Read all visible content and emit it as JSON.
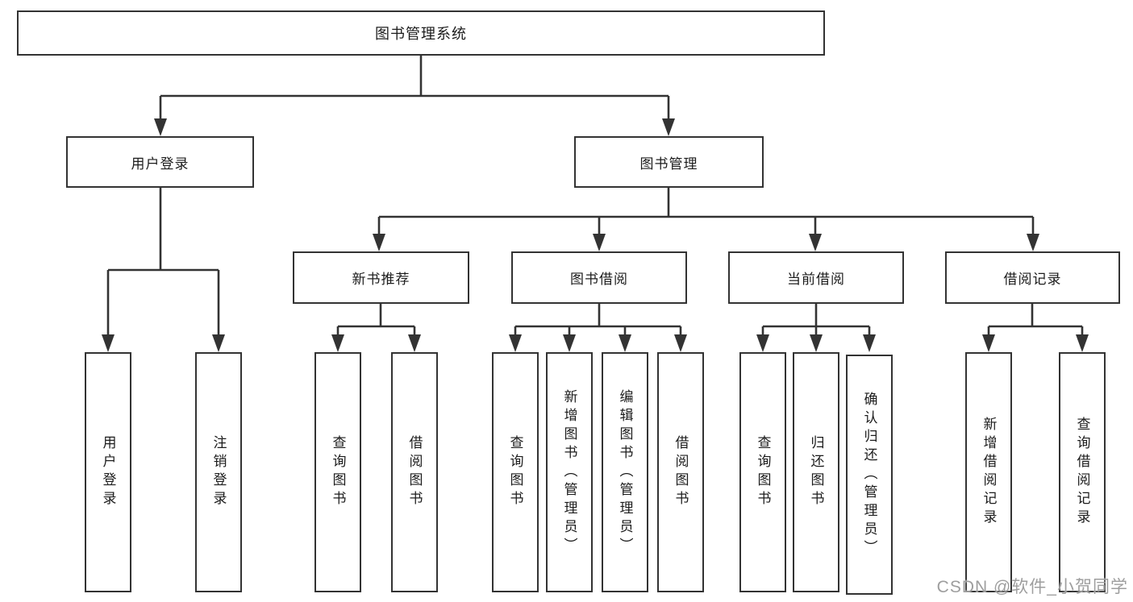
{
  "tree": {
    "title": "图书管理系统",
    "children": [
      {
        "label": "用户登录",
        "leaves": [
          "用户登录",
          "注销登录"
        ]
      },
      {
        "label": "图书管理",
        "children": [
          {
            "label": "新书推荐",
            "leaves": [
              "查询图书",
              "借阅图书"
            ]
          },
          {
            "label": "图书借阅",
            "leaves": [
              "查询图书",
              "新增图书（管理员）",
              "编辑图书（管理员）",
              "借阅图书"
            ]
          },
          {
            "label": "当前借阅",
            "leaves": [
              "查询图书",
              "归还图书",
              "确认归还（管理员）"
            ]
          },
          {
            "label": "借阅记录",
            "leaves": [
              "新增借阅记录",
              "查询借阅记录"
            ]
          }
        ]
      }
    ]
  },
  "watermark": {
    "text": "CSDN @软件_小贺同学"
  },
  "colors": {
    "line": "#333333",
    "box_border": "#333333",
    "text": "#1c1c1c",
    "watermark": "#9e9e9e",
    "background": "#ffffff"
  }
}
